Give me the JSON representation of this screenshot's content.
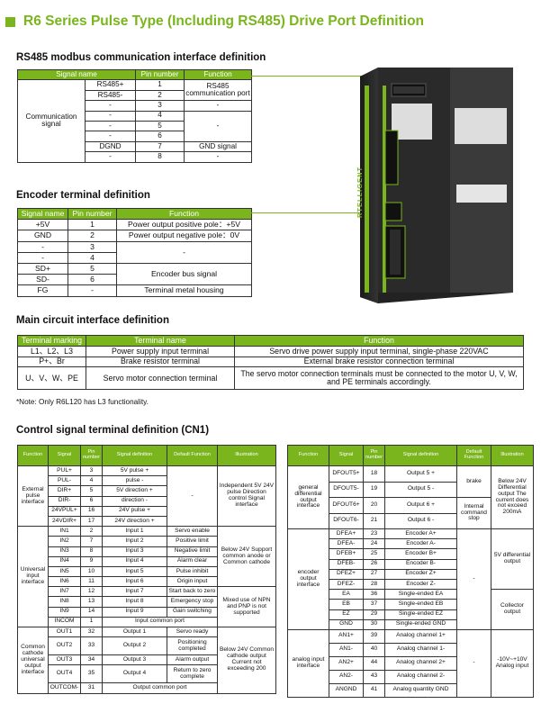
{
  "title": "R6 Series Pulse Type (Including RS485) Drive  Port Definition",
  "rs485": {
    "title": "RS485 modbus communication interface definition",
    "headers": [
      "Signal name",
      "Pin number",
      "Function"
    ],
    "group_label": "Communication signal",
    "rows": [
      {
        "sig": "RS485+",
        "pin": "1"
      },
      {
        "sig": "RS485-",
        "pin": "2"
      },
      {
        "sig": "-",
        "pin": "3"
      },
      {
        "sig": "-",
        "pin": "4"
      },
      {
        "sig": "-",
        "pin": "5"
      },
      {
        "sig": "-",
        "pin": "6"
      },
      {
        "sig": "DGND",
        "pin": "7"
      },
      {
        "sig": "-",
        "pin": "8"
      }
    ],
    "functions": [
      "RS485 communication port",
      "-",
      "-",
      "GND signal",
      "-"
    ]
  },
  "encoder": {
    "title": "Encoder terminal definition",
    "headers": [
      "Signal name",
      "Pin number",
      "Function"
    ],
    "rows": [
      {
        "sig": "+5V",
        "pin": "1"
      },
      {
        "sig": "GND",
        "pin": "2"
      },
      {
        "sig": "-",
        "pin": "3"
      },
      {
        "sig": "-",
        "pin": "4"
      },
      {
        "sig": "SD+",
        "pin": "5"
      },
      {
        "sig": "SD-",
        "pin": "6"
      },
      {
        "sig": "FG",
        "pin": "-"
      }
    ],
    "functions": [
      "Power output positive pole：+5V",
      "Power output negative pole：0V",
      "-",
      "Encoder bus signal",
      "Terminal metal housing"
    ]
  },
  "main_circuit": {
    "title": "Main circuit interface definition",
    "headers": [
      "Terminal marking",
      "Terminal name",
      "Function"
    ],
    "rows": [
      {
        "mark": "L1、L2、L3",
        "name": "Power supply input terminal",
        "func": "Servo drive power supply input terminal, single-phase 220VAC"
      },
      {
        "mark": "P+、Br",
        "name": "Brake resistor terminal",
        "func": "External brake resistor connection terminal"
      },
      {
        "mark": "U、V、W、PE",
        "name": "Servo motor connection terminal",
        "func": "The servo motor connection terminals must be connected to the motor U, V, W, and PE terminals accordingly."
      }
    ],
    "note": "*Note: Only R6L120 has L3 functionality."
  },
  "cn1": {
    "title": "Control signal terminal definition (CN1)",
    "headers": [
      "Function",
      "Signal",
      "Pin number",
      "Signal definition",
      "Default Function",
      "Illustration"
    ],
    "left": {
      "pulse": {
        "func": "External pulse interface",
        "rows": [
          {
            "sig": "PUL+",
            "pin": "3",
            "def": "5V pulse +"
          },
          {
            "sig": "PUL-",
            "pin": "4",
            "def": "pulse -"
          },
          {
            "sig": "DIR+",
            "pin": "5",
            "def": "5V direction +"
          },
          {
            "sig": "DIR-",
            "pin": "6",
            "def": "direction -"
          },
          {
            "sig": "24VPUL+",
            "pin": "16",
            "def": "24V pulse +"
          },
          {
            "sig": "24VDIR+",
            "pin": "17",
            "def": "24V direction +"
          }
        ],
        "default": "-",
        "illus": "Independent 5V 24V pulse Direction control Signal interface"
      },
      "input": {
        "func": "Universal input interface",
        "rows": [
          {
            "sig": "IN1",
            "pin": "2",
            "def": "Input 1",
            "dflt": "Servo enable"
          },
          {
            "sig": "IN2",
            "pin": "7",
            "def": "Input 2",
            "dflt": "Positive limit"
          },
          {
            "sig": "IN3",
            "pin": "8",
            "def": "Input 3",
            "dflt": "Negative limit"
          },
          {
            "sig": "IN4",
            "pin": "9",
            "def": "Input 4",
            "dflt": "Alarm clear"
          },
          {
            "sig": "IN5",
            "pin": "10",
            "def": "Input 5",
            "dflt": "Pulse inhibit"
          },
          {
            "sig": "IN6",
            "pin": "11",
            "def": "Input 6",
            "dflt": "Origin input"
          },
          {
            "sig": "IN7",
            "pin": "12",
            "def": "Input 7",
            "dflt": "Start back to zero"
          },
          {
            "sig": "IN8",
            "pin": "13",
            "def": "Input 8",
            "dflt": "Emergency stop"
          },
          {
            "sig": "IN9",
            "pin": "14",
            "def": "Input 9",
            "dflt": "Gain switching"
          }
        ],
        "incom": {
          "sig": "INCOM",
          "pin": "1",
          "def": "Input common port"
        },
        "illus_a": "Below 24V Support common anode or Common cathode",
        "illus_b": "Mixed use of NPN and PNP is not supported"
      },
      "output": {
        "func": "Common cathode universal output interface",
        "rows": [
          {
            "sig": "OUT1",
            "pin": "32",
            "def": "Output 1",
            "dflt": "Servo ready"
          },
          {
            "sig": "OUT2",
            "pin": "33",
            "def": "Output 2",
            "dflt": "Positioning completed"
          },
          {
            "sig": "OUT3",
            "pin": "34",
            "def": "Output 3",
            "dflt": "Alarm output"
          },
          {
            "sig": "OUT4",
            "pin": "35",
            "def": "Output 4",
            "dflt": "Return to zero complete"
          }
        ],
        "outcom": {
          "sig": "OUTCOM-",
          "pin": "31",
          "def": "Output common port"
        },
        "illus": "Below 24V Common cathode output Current not exceeding 200"
      }
    },
    "right": {
      "diff": {
        "func": "general differential output interface",
        "rows": [
          {
            "sig": "DFOUT5+",
            "pin": "18",
            "def": "Output 5 +"
          },
          {
            "sig": "DFOUT5-",
            "pin": "19",
            "def": "Output 5 -"
          },
          {
            "sig": "DFOUT6+",
            "pin": "20",
            "def": "Output 6 +"
          },
          {
            "sig": "DFOUT6-",
            "pin": "21",
            "def": "Output 6 -"
          }
        ],
        "dflt_a": "brake",
        "dflt_b": "Internal command stop",
        "illus": "Below 24V Differential output The current does not exceed 200mA"
      },
      "enc": {
        "func": "encoder output interface",
        "rows": [
          {
            "sig": "DFEA+",
            "pin": "23",
            "def": "Encoder A+"
          },
          {
            "sig": "DFEA-",
            "pin": "24",
            "def": "Encoder A-"
          },
          {
            "sig": "DFEB+",
            "pin": "25",
            "def": "Encoder B+"
          },
          {
            "sig": "DFEB-",
            "pin": "26",
            "def": "Encoder B-"
          },
          {
            "sig": "DFEZ+",
            "pin": "27",
            "def": "Encoder Z+"
          },
          {
            "sig": "DFEZ-",
            "pin": "28",
            "def": "Encoder Z-"
          },
          {
            "sig": "EA",
            "pin": "36",
            "def": "Single-ended EA"
          },
          {
            "sig": "EB",
            "pin": "37",
            "def": "Single-ended EB"
          },
          {
            "sig": "EZ",
            "pin": "29",
            "def": "Single-ended EZ"
          },
          {
            "sig": "GND",
            "pin": "30",
            "def": "Single-ended GND"
          }
        ],
        "dflt": "-",
        "illus_a": "5V differential output",
        "illus_b": "Collector output"
      },
      "analog": {
        "func": "analog input interface",
        "rows": [
          {
            "sig": "AN1+",
            "pin": "39",
            "def": "Analog channel 1+"
          },
          {
            "sig": "AN1-",
            "pin": "40",
            "def": "Analog channel 1-"
          },
          {
            "sig": "AN2+",
            "pin": "44",
            "def": "Analog channel 2+"
          },
          {
            "sig": "AN2-",
            "pin": "43",
            "def": "Analog channel 2-"
          },
          {
            "sig": "ANGND",
            "pin": "41",
            "def": "Analog quantity GND"
          }
        ],
        "dflt": "-",
        "illus": "-10V~+10V Analog input"
      }
    }
  },
  "device": {
    "brand_vertical": "RTELLIGENT"
  },
  "colors": {
    "accent": "#7ab51d",
    "text": "#111111"
  }
}
